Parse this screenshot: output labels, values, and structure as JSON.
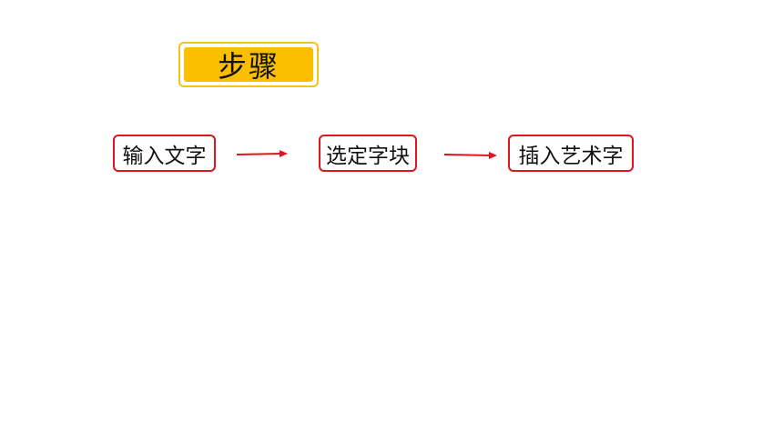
{
  "title": "步骤",
  "steps": [
    {
      "label": "输入文字"
    },
    {
      "label": "选定字块"
    },
    {
      "label": "插入艺术字"
    }
  ],
  "colors": {
    "title_fill": "#fbbf00",
    "title_border": "#f2c418",
    "step_border": "#e0141e",
    "arrow": "#e0141e"
  }
}
